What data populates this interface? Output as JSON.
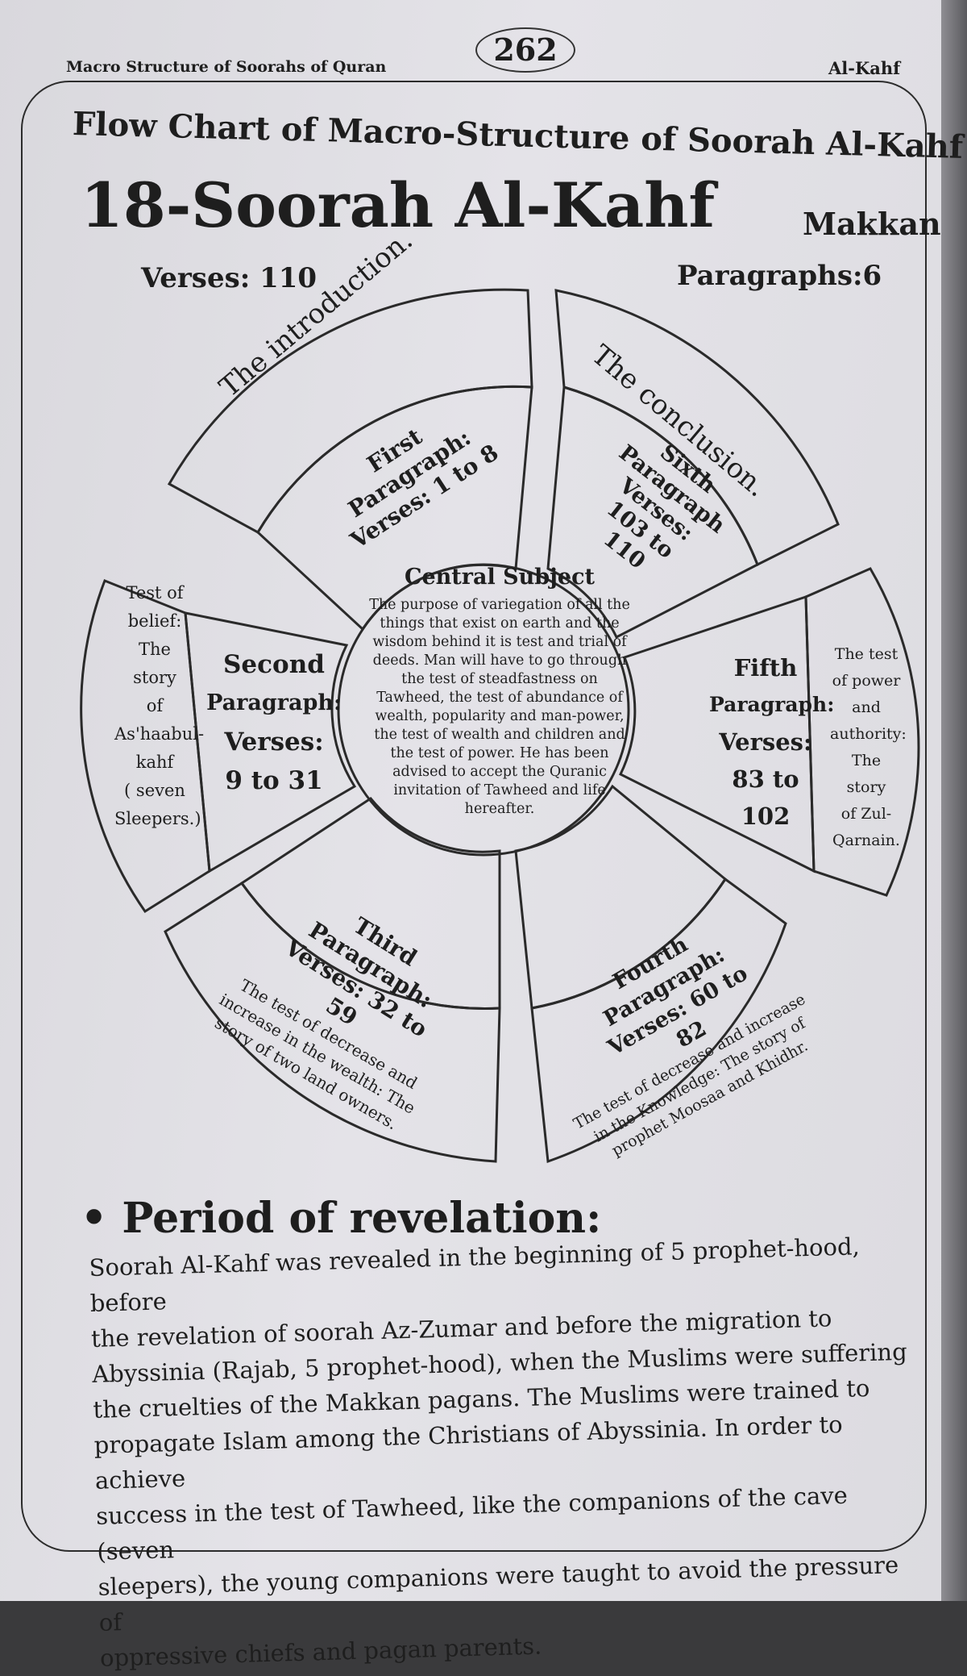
{
  "header": {
    "book_title": "Macro Structure of Soorahs of Quran",
    "page_number": "262",
    "section": "Al-Kahf"
  },
  "chart": {
    "heading": "Flow Chart of Macro-Structure of Soorah Al-Kahf",
    "soorah_title": "18-Soorah Al-Kahf",
    "origin": "Makkan",
    "verses": "Verses: 110",
    "paragraphs": "Paragraphs:6",
    "introduction": "The introduction.",
    "conclusion": "The conclusion.",
    "central": {
      "title": "Central Subject",
      "text": "The purpose of variegation of all the things that exist on earth and the wisdom behind it is test and trial of deeds. Man will have to go through the test of steadfastness on Tawheed, the test of abundance of wealth, popularity and man-power, the test of wealth and children and the test of power. He has been advised to accept the Quranic invitation of Tawheed and life hereafter."
    },
    "p1": {
      "name": "First",
      "para": "Paragraph:",
      "verses": "Verses: 1 to 8"
    },
    "p2": {
      "name": "Second",
      "para": "Paragraph:",
      "verses": "Verses:",
      "range": "9 to 31",
      "outer": [
        "Test of",
        "belief:",
        "The story",
        "of",
        "As'haabul-",
        "kahf",
        "( seven",
        "Sleepers.)"
      ]
    },
    "p3": {
      "name": "Third",
      "para": "Paragraph:",
      "verses": "Verses: 32 to 59",
      "outer": [
        "The test of decrease and",
        "increase in the wealth: The",
        "story of two land owners."
      ]
    },
    "p4": {
      "name": "Fourth",
      "para": "Paragraph:",
      "verses": "Verses: 60 to 82",
      "outer": [
        "The test of decrease and increase",
        "in the Knowledge: The story of",
        "prophet Moosaa and Khidhr."
      ]
    },
    "p5": {
      "name": "Fifth",
      "para": "Paragraph:",
      "verses": "Verses:",
      "range": "83 to 102",
      "outer": [
        "The test",
        "of power",
        "and",
        "authority:",
        "The story",
        "of Zul-",
        "Qarnain."
      ]
    },
    "p6": {
      "name": "Sixth",
      "para": "Paragraph",
      "verses": "Verses:",
      "range": "103 to 110"
    }
  },
  "revelation": {
    "heading": "Period of revelation:",
    "lines": [
      "Soorah Al-Kahf was revealed in the beginning of 5 prophet-hood, before",
      "the revelation of soorah Az-Zumar and before the migration to",
      "Abyssinia (Rajab, 5 prophet-hood), when the Muslims were suffering",
      "the cruelties of the Makkan pagans. The Muslims were trained to",
      "propagate Islam among the Christians of Abyssinia. In order to achieve",
      "success in the test of Tawheed, like the companions of the cave (seven",
      "sleepers), the young companions were taught to avoid the pressure of",
      "oppressive chiefs and pagan parents."
    ]
  }
}
